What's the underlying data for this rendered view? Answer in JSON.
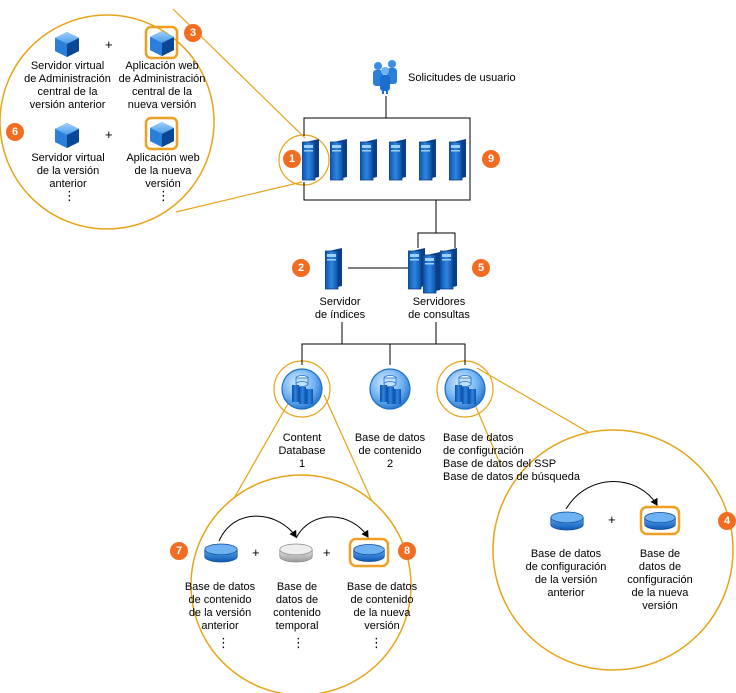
{
  "colors": {
    "accent": "#f26d21",
    "callout": "#e8a317",
    "server_blue": "#1a6fd1",
    "server_light": "#6fb2f2",
    "line": "#000000",
    "gray_db": "#bdbdbd"
  },
  "top_callout": {
    "item1_label": "Servidor virtual\nde Administración\ncentral de la\nversión anterior",
    "item2_label": "Aplicación web\nde Administración\ncentral de la\nnueva versión",
    "item3_label": "Servidor virtual\nde la versión\nanterior",
    "item4_label": "Aplicación web\nde la nueva\nversión",
    "plus": "+",
    "dots": "⋮"
  },
  "farm": {
    "users_label": "Solicitudes de usuario",
    "index_server_label": "Servidor\nde índices",
    "query_servers_label": "Servidores\nde consultas",
    "db1_label": "Content\nDatabase\n1",
    "db2_label": "Base de datos\nde contenido\n2",
    "db3_label": "Base de datos\nde configuración\nBase de datos del SSP\nBase de datos de búsqueda"
  },
  "bottom_callout": {
    "item1_label": "Base de datos\nde contenido\nde la versión\nanterior",
    "item2_label": "Base de\ndatos de\ncontenido\ntemporal",
    "item3_label": "Base de datos\nde contenido\nde la nueva\nversión",
    "plus": "+",
    "dots": "⋮"
  },
  "right_callout": {
    "item1_label": "Base de datos\nde configuración\nde la versión\nanterior",
    "item2_label": "Base de\ndatos de\nconfiguración\nde la nueva\nversión",
    "plus": "+"
  },
  "badges": {
    "b1": "1",
    "b2": "2",
    "b3": "3",
    "b4": "4",
    "b5": "5",
    "b6": "6",
    "b7": "7",
    "b8": "8",
    "b9": "9"
  }
}
